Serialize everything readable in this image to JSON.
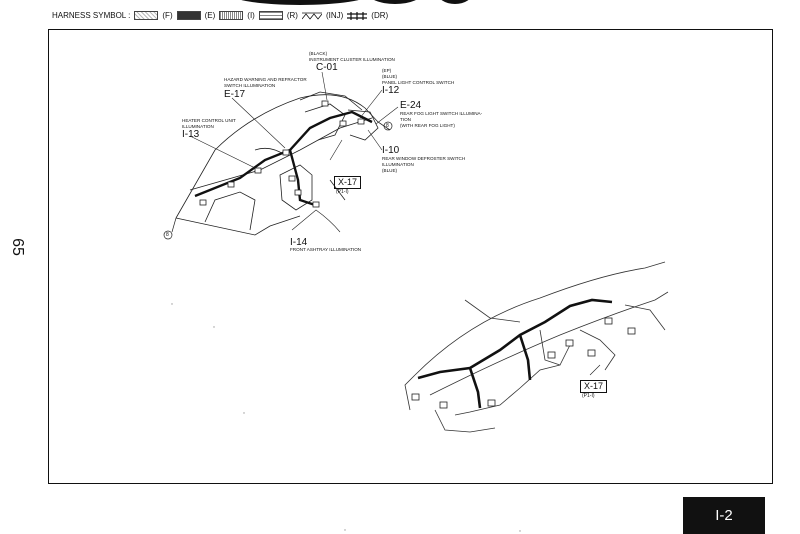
{
  "legend": {
    "title": "HARNESS SYMBOL :",
    "items": [
      {
        "code": "(F)",
        "pattern": "fine-hatch"
      },
      {
        "code": "(E)",
        "pattern": "solid-dark"
      },
      {
        "code": "(I)",
        "pattern": "vertical-hatch"
      },
      {
        "code": "(R)",
        "pattern": "horizontal-hatch"
      },
      {
        "code": "(INJ)",
        "pattern": "zigzag"
      },
      {
        "code": "(DR)",
        "pattern": "cross-ticks"
      }
    ]
  },
  "side_page_number": "65",
  "page_badge": "I-2",
  "top_diagram": {
    "callouts": {
      "c01": {
        "note": "(BLACK)",
        "desc": "INSTRUMENT CLUSTER ILLUMINATION",
        "code": "C-01"
      },
      "i12": {
        "note1": "(EP)",
        "note2": "(BLUE)",
        "desc": "PANEL LIGHT CONTROL SWITCH",
        "code": "I-12"
      },
      "e17": {
        "desc1": "HAZARD WARNING AND REFRACTOR",
        "desc2": "SWITCH ILLUMINATION",
        "code": "E-17"
      },
      "e24": {
        "code": "E-24",
        "desc1": "REAR FOG LIGHT SWITCH ILLUMINA-",
        "desc2": "TION",
        "desc3": "(WITH REAR FOG LIGHT)"
      },
      "i13": {
        "desc1": "HEATER CONTROL UNIT",
        "desc2": "ILLUMINATION",
        "code": "I-13"
      },
      "i10": {
        "code": "I-10",
        "desc1": "REAR WINDOW DEFROSTER SWITCH",
        "desc2": "ILLUMINATION",
        "desc3": "(BLUE)"
      },
      "x17": {
        "code": "X-17",
        "sub": "(P1-I)"
      },
      "i14": {
        "code": "I-14",
        "desc": "FRONT ASHTRAY ILLUMINATION"
      }
    },
    "ground_marker": "8"
  },
  "bottom_diagram": {
    "x17": {
      "code": "X-17",
      "sub": "(P1-I)"
    }
  }
}
